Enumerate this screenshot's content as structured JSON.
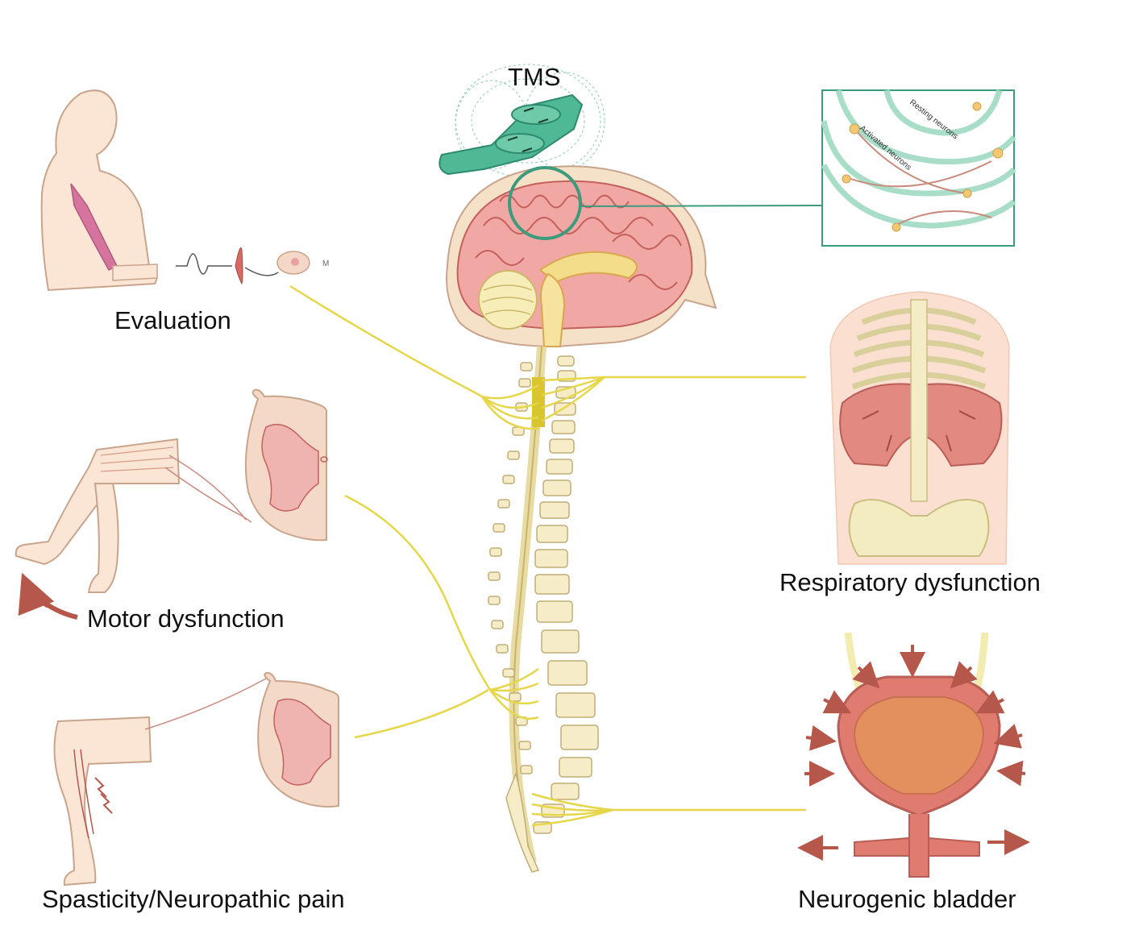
{
  "labels": {
    "tms": "TMS",
    "evaluation": "Evaluation",
    "motor": "Motor dysfunction",
    "spasticity": "Spasticity/Neuropathic pain",
    "respiratory": "Respiratory dysfunction",
    "bladder": "Neurogenic bladder"
  },
  "inset": {
    "resting": "Resting neurons",
    "activated": "Activated neurons"
  },
  "emg_marker": "M",
  "colors": {
    "nerve_yellow": "#e6d64a",
    "coil_teal": "#3fb08f",
    "inset_border": "#3c9b7c",
    "skin": "#fbe6d6",
    "skin_line": "#c9a48c",
    "brain_pink": "#f1a7a3",
    "bone": "#f6edc8",
    "muscle_red": "#d86a66",
    "arrow_brown": "#b5574a"
  }
}
